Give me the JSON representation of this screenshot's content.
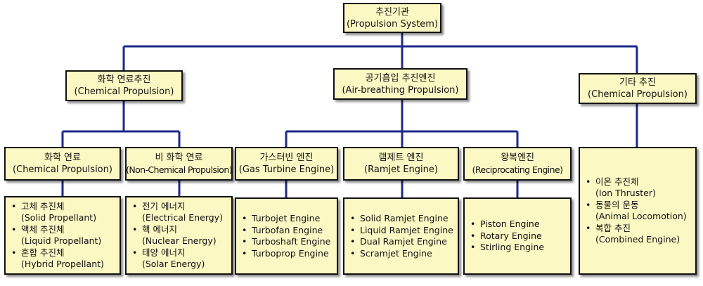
{
  "colors": {
    "box_fill": "#fcf8c4",
    "connector": "#1c2a8a",
    "border": "#111111"
  },
  "root": {
    "ko": "추진기관",
    "en": "(Propulsion System)"
  },
  "level1": {
    "chemical": {
      "ko": "화학 연료추진",
      "en": "(Chemical Propulsion)"
    },
    "airbreathing": {
      "ko": "공기흡입 추진엔진",
      "en": "(Air-breathing Propulsion)"
    },
    "other": {
      "ko": "기타 추진",
      "en": "(Chemical Propulsion)"
    }
  },
  "level2": {
    "chem_fuel": {
      "ko": "화학 연료",
      "en": "(Chemical Propulsion)"
    },
    "nonchem_fuel": {
      "ko": "비 화학 연료",
      "en": "(Non-Chemical Propulsion)"
    },
    "gas_turbine": {
      "ko": "가스터빈 엔진",
      "en": "(Gas Turbine Engine)"
    },
    "ramjet": {
      "ko": "램제트 엔진",
      "en": "(Ramjet Engine)"
    },
    "reciprocating": {
      "ko": "왕복엔진",
      "en": "(Reciprocating Engine)"
    }
  },
  "lists": {
    "chem_fuel": [
      {
        "ko": "고체 추진체",
        "en": "(Solid Propellant)"
      },
      {
        "ko": "액체 추진체",
        "en": "(Liquid Propellant)"
      },
      {
        "ko": "혼합 추진체",
        "en": "(Hybrid Propellant)"
      }
    ],
    "nonchem_fuel": [
      {
        "ko": "전기 에너지",
        "en": "(Electrical Energy)"
      },
      {
        "ko": "핵 에너지",
        "en": "(Nuclear Energy)"
      },
      {
        "ko": "태양 에너지",
        "en": "(Solar Energy)"
      }
    ],
    "gas_turbine": [
      "Turbojet Engine",
      "Turbofan Engine",
      "Turboshaft Engine",
      "Turboprop Engine"
    ],
    "ramjet": [
      "Solid Ramjet Engine",
      "Liquid Ramjet Engine",
      "Dual Ramjet Engine",
      "Scramjet Engine"
    ],
    "reciprocating": [
      "Piston Engine",
      "Rotary Engine",
      "Stirling Engine"
    ],
    "other": [
      {
        "ko": "이온 추진체",
        "en": "(Ion Thruster)"
      },
      {
        "ko": "동물의 운동",
        "en": "(Animal Locomotion)"
      },
      {
        "ko": "복합 추진",
        "en": "(Combined Engine)"
      }
    ]
  },
  "bullet": "•"
}
